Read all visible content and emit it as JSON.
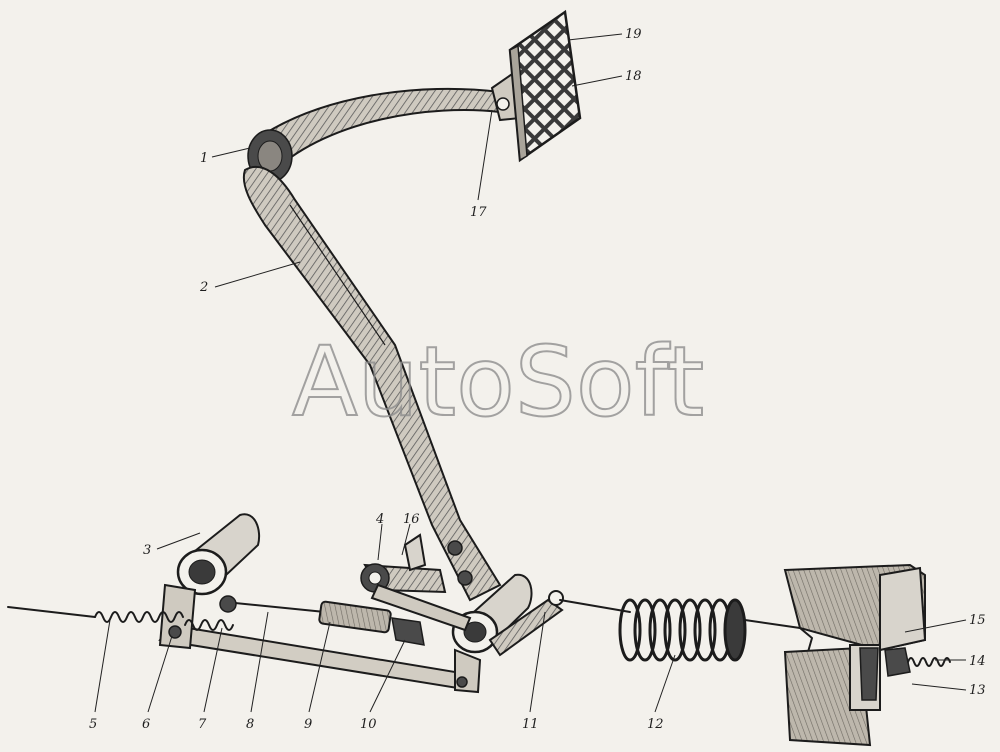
{
  "watermark": "AutoSoft",
  "callouts": [
    "1",
    "2",
    "3",
    "4",
    "5",
    "6",
    "7",
    "8",
    "9",
    "10",
    "11",
    "12",
    "13",
    "14",
    "15",
    "16",
    "17",
    "18",
    "19"
  ]
}
